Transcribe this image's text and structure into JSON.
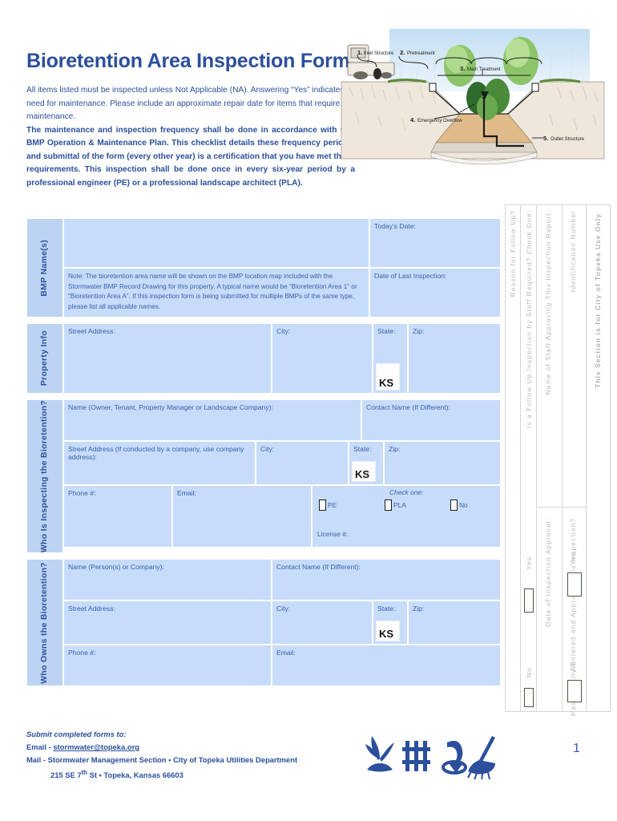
{
  "header": {
    "title": "Bioretention Area Inspection Form",
    "intro_line1": "All items listed must be inspected unless Not Applicable (NA). Answering “Yes” indicates a need for maintenance. Please include an approximate repair date for items that require maintenance.",
    "intro_line2": "The maintenance and inspection frequency shall be done in accordance with this BMP Operation & Maintenance Plan. This checklist details these frequency periods, and submittal of the form (every other year) is a certification that you have met these requirements. This inspection shall be done once in every six-year period by a professional engineer (PE) or a professional landscape architect (PLA)."
  },
  "diagram": {
    "alt": "bioretention-cross-section-illustration",
    "labels": [
      "1. Inlet Structure",
      "2. Pretreatment",
      "3. Main Treatment",
      "4. Emergency Overflow",
      "5. Outlet Structure"
    ]
  },
  "form": {
    "bmp": {
      "label": "BMP\nName(s)",
      "todays_date": "Today’s Date:",
      "date_of_last_inspection": "Date of Last Inspection:",
      "note": "Note:  The bioretention area name will be shown on the BMP location map included with the Stormwater BMP Record Drawing for this property.  A typical name would be “Bioretention Area 1” or “Bioretention Area A”. If this inspection form is being submitted for multiple BMPs of the same type, please list all applicable names."
    },
    "property": {
      "label": "Property\nInfo",
      "street_address": "Street Address:",
      "city": "City:",
      "state": "State:",
      "state_value": "KS",
      "zip": "Zip:"
    },
    "inspecting": {
      "label": "Who Is Inspecting the\nBioretention?",
      "name": "Name (Owner, Tenant, Property Manager or Landscape Company):",
      "contact_name": "Contact Name (If Different):",
      "street_address": "Street Address (If conducted by a company, use company address):",
      "city": "City:",
      "state": "State:",
      "state_value": "KS",
      "zip": "Zip:",
      "phone": "Phone #:",
      "email": "Email:",
      "check_one": "Check one:",
      "checkboxes": [
        "PE",
        "PLA",
        "No"
      ],
      "license": "License #:"
    },
    "owner": {
      "label": "Who Owns the\nBioretention?",
      "name": "Name (Person(s) or Company):",
      "contact_name": "Contact Name (If Different):",
      "street_address": "Street Address:",
      "city": "City:",
      "state": "State:",
      "state_value": "KS",
      "zip": "Zip:",
      "phone": "Phone #:",
      "email": "Email:"
    }
  },
  "city_use": {
    "section_title": "This Section is for City of Topeka Use Only",
    "identification_number": "Identification Number",
    "staff_approving": "Name of Staff Approving This Inspection Report:",
    "follow_up_required": "Is a Follow Up Inspection by Staff Required? Check One:",
    "reason_for_follow_up": "Reason for Follow Up?",
    "entered_approved": "Has the City Entered and Approved this Inspection?",
    "date_of_approval": "Date of Inspection Approval:",
    "yes": "Yes",
    "no": "No"
  },
  "footer": {
    "submit_to": "Submit completed forms to:",
    "email_label": "Email - ",
    "email": "stormwater@topeka.org",
    "mail_line": "Mail - Stormwater Management Section • City of Topeka Utilities Department",
    "address_line": "215 SE 7th St • Topeka, Kansas 66603",
    "address_sup": "th",
    "address_pre": "215 SE 7",
    "address_post": " St • Topeka, Kansas 66603",
    "icons": [
      "plant-icon",
      "fence-icon",
      "drain-arrow-icon",
      "broom-icon"
    ],
    "page_number": "1"
  },
  "colors": {
    "brand_blue": "#2b4f9c",
    "cell_fill": "#c7dcfa",
    "label_fill": "#bcd3f4",
    "text_blue": "#3a5fa8"
  }
}
